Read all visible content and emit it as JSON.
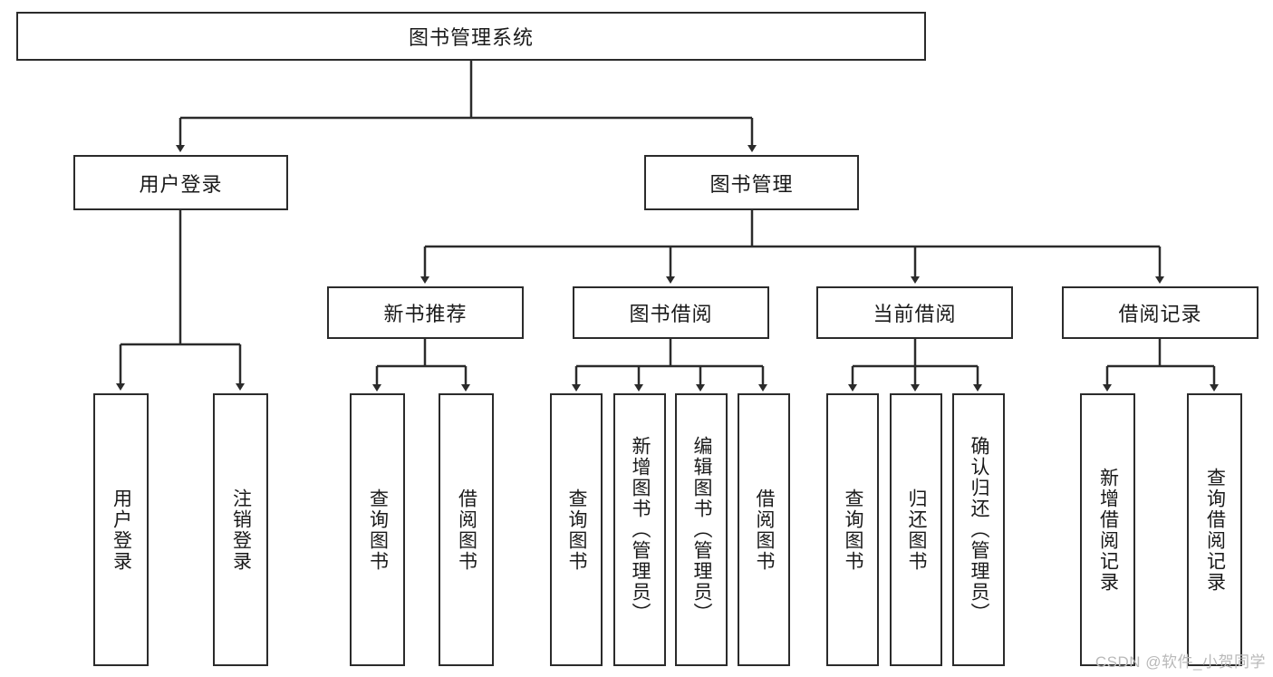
{
  "diagram": {
    "title_node": {
      "label": "图书管理系统"
    },
    "level2": [
      {
        "label": "用户登录"
      },
      {
        "label": "图书管理"
      }
    ],
    "level3": [
      {
        "label": "新书推荐"
      },
      {
        "label": "图书借阅"
      },
      {
        "label": "当前借阅"
      },
      {
        "label": "借阅记录"
      }
    ],
    "leaves": {
      "user_login": [
        {
          "label": "用户登录"
        },
        {
          "label": "注销登录"
        }
      ],
      "new_book_recommend": [
        {
          "label": "查询图书"
        },
        {
          "label": "借阅图书"
        }
      ],
      "book_borrow": [
        {
          "label": "查询图书"
        },
        {
          "label": "新增图书（管理员）"
        },
        {
          "label": "编辑图书（管理员）"
        },
        {
          "label": "借阅图书"
        }
      ],
      "current_borrow": [
        {
          "label": "查询图书"
        },
        {
          "label": "归还图书"
        },
        {
          "label": "确认归还（管理员）"
        }
      ],
      "borrow_records": [
        {
          "label": "新增借阅记录"
        },
        {
          "label": "查询借阅记录"
        }
      ]
    }
  },
  "watermark": {
    "text": "CSDN @软件_小贺同学"
  },
  "colors": {
    "stroke": "#2b2b2b",
    "background": "#ffffff",
    "text": "#1a1a1a",
    "watermark": "#b9b9b9"
  }
}
